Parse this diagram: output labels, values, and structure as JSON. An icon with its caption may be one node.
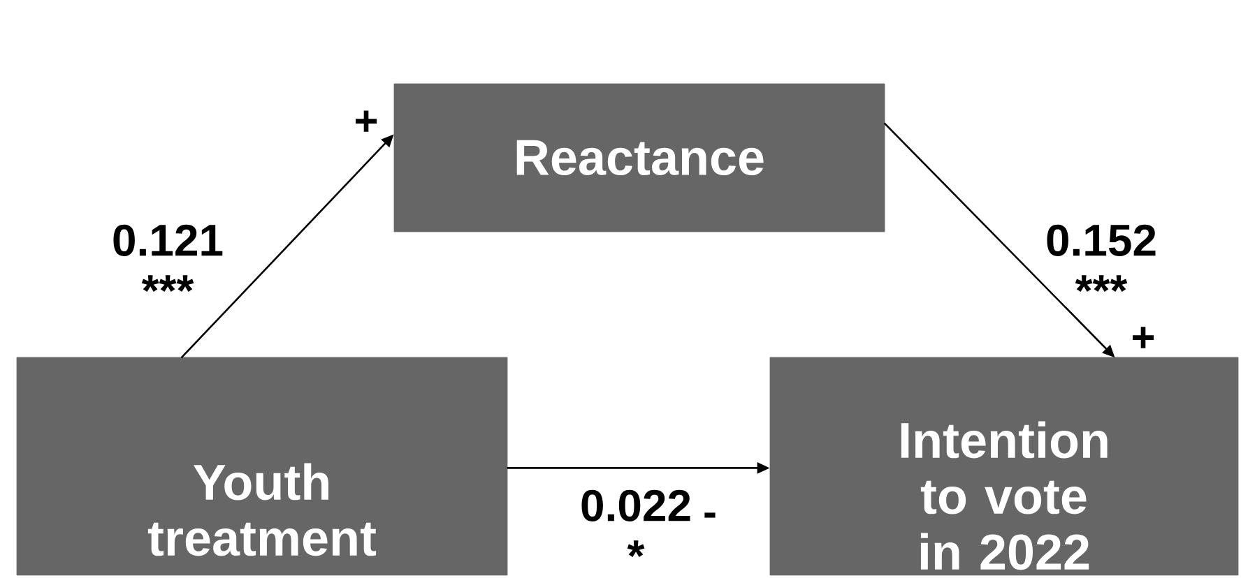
{
  "diagram": {
    "nodes": [
      {
        "text": [
          "Reactance"
        ]
      },
      {
        "text": [
          "Youth treatment"
        ]
      },
      {
        "text": [
          "Intention to vote in 2022"
        ]
      }
    ],
    "edges": [
      {
        "from": 1,
        "to": 0,
        "arrow": "to",
        "label": "0.121 ***"
      },
      {
        "from": 0,
        "to": 2,
        "arrow": "to",
        "label": "0.152 ***"
      },
      {
        "from": 1,
        "to": 2,
        "arrow": "to",
        "label": "0.022 *"
      }
    ],
    "labels": [
      "+",
      "+",
      "-"
    ]
  }
}
